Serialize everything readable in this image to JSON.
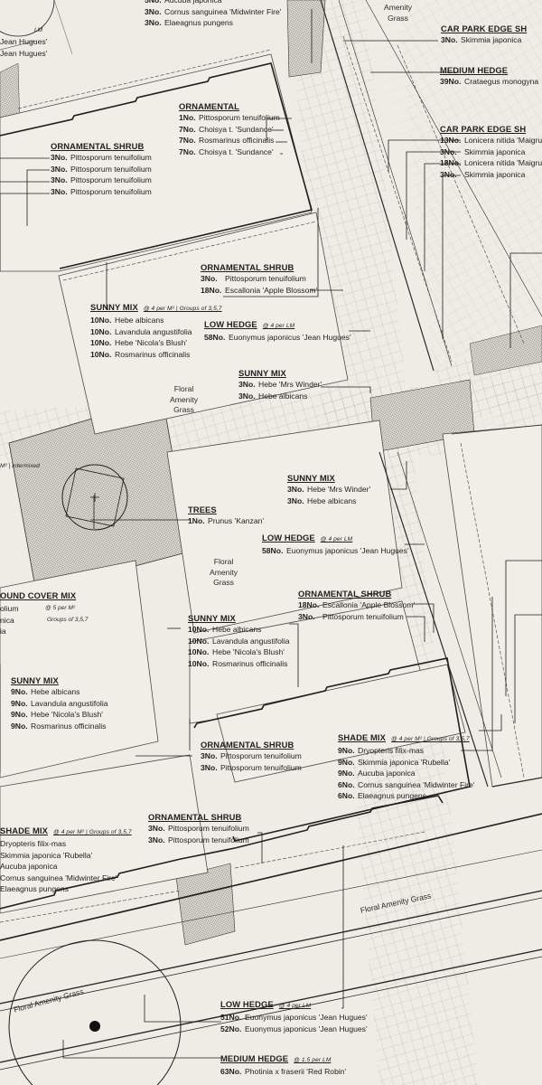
{
  "plan": {
    "grass_amenity": "Amenity\nGrass",
    "grass_floral_1": "Floral\nAmenity\nGrass",
    "grass_floral_2": "Floral\nAmenity\nGrass",
    "floral_strip_1": "Floral Amenity Grass",
    "floral_strip_2": "Floral Amenity Grass",
    "edge_per_lm": "LM",
    "edge_intermixed": "M² | Intermixed",
    "edge_groundcover_title": "OUND COVER MIX",
    "edge_groundcover_rate": "@ 5 per M²",
    "edge_groundcover_groups": "Groups of 3,5,7",
    "edge_groundcover_r1": "olium",
    "edge_groundcover_r2": "nica",
    "edge_groundcover_r3": "ia"
  },
  "labels": [
    {
      "id": "top-partial",
      "title": "",
      "note": "",
      "rows": [
        {
          "q": "5No.",
          "n": "Aucuba japonica"
        },
        {
          "q": "3No.",
          "n": "Cornus sanguinea 'Midwinter Fire'"
        },
        {
          "q": "3No.",
          "n": "Elaeagnus pungens"
        }
      ]
    },
    {
      "id": "left-partial-hedge",
      "title": "",
      "note": "",
      "rows": [
        {
          "q": "",
          "n": "Jean Hugues'"
        },
        {
          "q": "",
          "n": "Jean Hugues'"
        }
      ]
    },
    {
      "id": "car-park-edge-1",
      "title": "CAR PARK EDGE SH",
      "note": "",
      "rows": [
        {
          "q": "3No.",
          "n": "Skimmia japonica"
        }
      ]
    },
    {
      "id": "medium-hedge-top",
      "title": "MEDIUM HEDGE",
      "note": "",
      "rows": [
        {
          "q": "39No.",
          "n": "Crataegus monogyna"
        }
      ]
    },
    {
      "id": "car-park-edge-2",
      "title": "CAR PARK EDGE SH",
      "note": "",
      "rows": [
        {
          "q": "13No.",
          "n": "Lonicera nitida 'Maigrun'"
        },
        {
          "q": "3No.",
          "n": "Skimmia japonica"
        },
        {
          "q": "18No.",
          "n": "Lonicera nitida 'Maigrun'"
        },
        {
          "q": "3No.",
          "n": "Skimmia japonica"
        }
      ]
    },
    {
      "id": "ornamental-1",
      "title": "ORNAMENTAL",
      "note": "",
      "rows": [
        {
          "q": "1No.",
          "n": "Pittosporum tenuifolium"
        },
        {
          "q": "7No.",
          "n": "Choisya t. 'Sundance'"
        },
        {
          "q": "7No.",
          "n": "Rosmarinus officinalis"
        },
        {
          "q": "7No.",
          "n": "Choisya t. 'Sundance'"
        }
      ]
    },
    {
      "id": "ornamental-shrub-1",
      "title": "ORNAMENTAL SHRUB",
      "note": "",
      "rows": [
        {
          "q": "3No.",
          "n": "Pittosporum tenuifolium"
        },
        {
          "q": "3No.",
          "n": "Pittosporum tenuifolium"
        },
        {
          "q": "3No.",
          "n": "Pittosporum tenuifolium"
        },
        {
          "q": "3No.",
          "n": "Pittosporum tenuifolium"
        }
      ]
    },
    {
      "id": "ornamental-shrub-2",
      "title": "ORNAMENTAL SHRUB",
      "note": "",
      "rows": [
        {
          "q": "3No.",
          "n": "Pittosporum tenuifolium"
        },
        {
          "q": "18No.",
          "n": "Escallonia 'Apple Blossom'"
        }
      ]
    },
    {
      "id": "sunny-mix-1",
      "title": "SUNNY MIX",
      "note": "@ 4 per M² | Groups of 3,5,7",
      "rows": [
        {
          "q": "10No.",
          "n": "Hebe albicans"
        },
        {
          "q": "10No.",
          "n": "Lavandula angustifolia"
        },
        {
          "q": "10No.",
          "n": "Hebe 'Nicola's Blush'"
        },
        {
          "q": "10No.",
          "n": "Rosmarinus officinalis"
        }
      ]
    },
    {
      "id": "low-hedge-1",
      "title": "LOW HEDGE",
      "note": "@ 4 per LM",
      "rows": [
        {
          "q": "58No.",
          "n": "Euonymus japonicus 'Jean Hugues'"
        }
      ]
    },
    {
      "id": "sunny-mix-2",
      "title": "SUNNY MIX",
      "note": "",
      "rows": [
        {
          "q": "3No.",
          "n": "Hebe 'Mrs Winder'"
        },
        {
          "q": "3No.",
          "n": "Hebe albicans"
        }
      ]
    },
    {
      "id": "sunny-mix-3",
      "title": "SUNNY MIX",
      "note": "",
      "rows": [
        {
          "q": "3No.",
          "n": "Hebe 'Mrs Winder'"
        },
        {
          "q": "3No.",
          "n": "Hebe albicans"
        }
      ]
    },
    {
      "id": "trees",
      "title": "TREES",
      "note": "",
      "rows": [
        {
          "q": "1No.",
          "n": "Prunus 'Kanzan'"
        }
      ]
    },
    {
      "id": "low-hedge-2",
      "title": "LOW HEDGE",
      "note": "@ 4 per LM",
      "rows": [
        {
          "q": "58No.",
          "n": "Euonymus japonicus 'Jean Hugues'"
        }
      ]
    },
    {
      "id": "ornamental-shrub-3",
      "title": "ORNAMENTAL SHRUB",
      "note": "",
      "rows": [
        {
          "q": "18No.",
          "n": "Escallonia 'Apple Blossom'"
        },
        {
          "q": "3No.",
          "n": "Pittosporum tenuifolium"
        }
      ]
    },
    {
      "id": "sunny-mix-4",
      "title": "SUNNY MIX",
      "note": "",
      "rows": [
        {
          "q": "10No.",
          "n": "Hebe albicans"
        },
        {
          "q": "10No.",
          "n": "Lavandula angustifolia"
        },
        {
          "q": "10No.",
          "n": "Hebe 'Nicola's Blush'"
        },
        {
          "q": "10No.",
          "n": "Rosmarinus officinalis"
        }
      ]
    },
    {
      "id": "sunny-mix-5",
      "title": "SUNNY MIX",
      "note": "",
      "rows": [
        {
          "q": "9No.",
          "n": "Hebe albicans"
        },
        {
          "q": "9No.",
          "n": "Lavandula angustifolia"
        },
        {
          "q": "9No.",
          "n": "Hebe 'Nicola's Blush'"
        },
        {
          "q": "9No.",
          "n": "Rosmarinus officinalis"
        }
      ]
    },
    {
      "id": "ornamental-shrub-4",
      "title": "ORNAMENTAL SHRUB",
      "note": "",
      "rows": [
        {
          "q": "3No.",
          "n": "Pittosporum tenuifolium"
        },
        {
          "q": "3No.",
          "n": "Pittosporum tenuifolium"
        }
      ]
    },
    {
      "id": "shade-mix-1",
      "title": "SHADE MIX",
      "note": "@ 4 per M² | Groups of 3,5,7",
      "rows": [
        {
          "q": "9No.",
          "n": "Dryopteris filix-mas"
        },
        {
          "q": "9No.",
          "n": "Skimmia japonica 'Rubella'"
        },
        {
          "q": "9No.",
          "n": "Aucuba japonica"
        },
        {
          "q": "6No.",
          "n": "Cornus sanguinea 'Midwinter Fire'"
        },
        {
          "q": "6No.",
          "n": "Elaeagnus pungens"
        }
      ]
    },
    {
      "id": "shade-mix-2",
      "title": "SHADE MIX",
      "note": "@ 4 per M² | Groups of 3,5,7",
      "rows": [
        {
          "q": "",
          "n": "Dryopteris filix-mas"
        },
        {
          "q": "",
          "n": "Skimmia japonica 'Rubella'"
        },
        {
          "q": "",
          "n": "Aucuba japonica"
        },
        {
          "q": "",
          "n": "Cornus sanguinea 'Midwinter Fire'"
        },
        {
          "q": "",
          "n": "Elaeagnus pungens"
        }
      ]
    },
    {
      "id": "ornamental-shrub-5",
      "title": "ORNAMENTAL SHRUB",
      "note": "",
      "rows": [
        {
          "q": "3No.",
          "n": "Pittosporum tenuifolium"
        },
        {
          "q": "3No.",
          "n": "Pittosporum tenuifolium"
        }
      ]
    },
    {
      "id": "low-hedge-3",
      "title": "LOW HEDGE",
      "note": "@ 4 per LM",
      "rows": [
        {
          "q": "51No.",
          "n": "Euonymus japonicus 'Jean Hugues'"
        },
        {
          "q": "52No.",
          "n": "Euonymus japonicus 'Jean Hugues'"
        }
      ]
    },
    {
      "id": "medium-hedge-bottom",
      "title": "MEDIUM HEDGE",
      "note": "@ 1.5 per LM",
      "rows": [
        {
          "q": "63No.",
          "n": "Photinia x fraserii 'Red Robin'"
        }
      ]
    }
  ]
}
